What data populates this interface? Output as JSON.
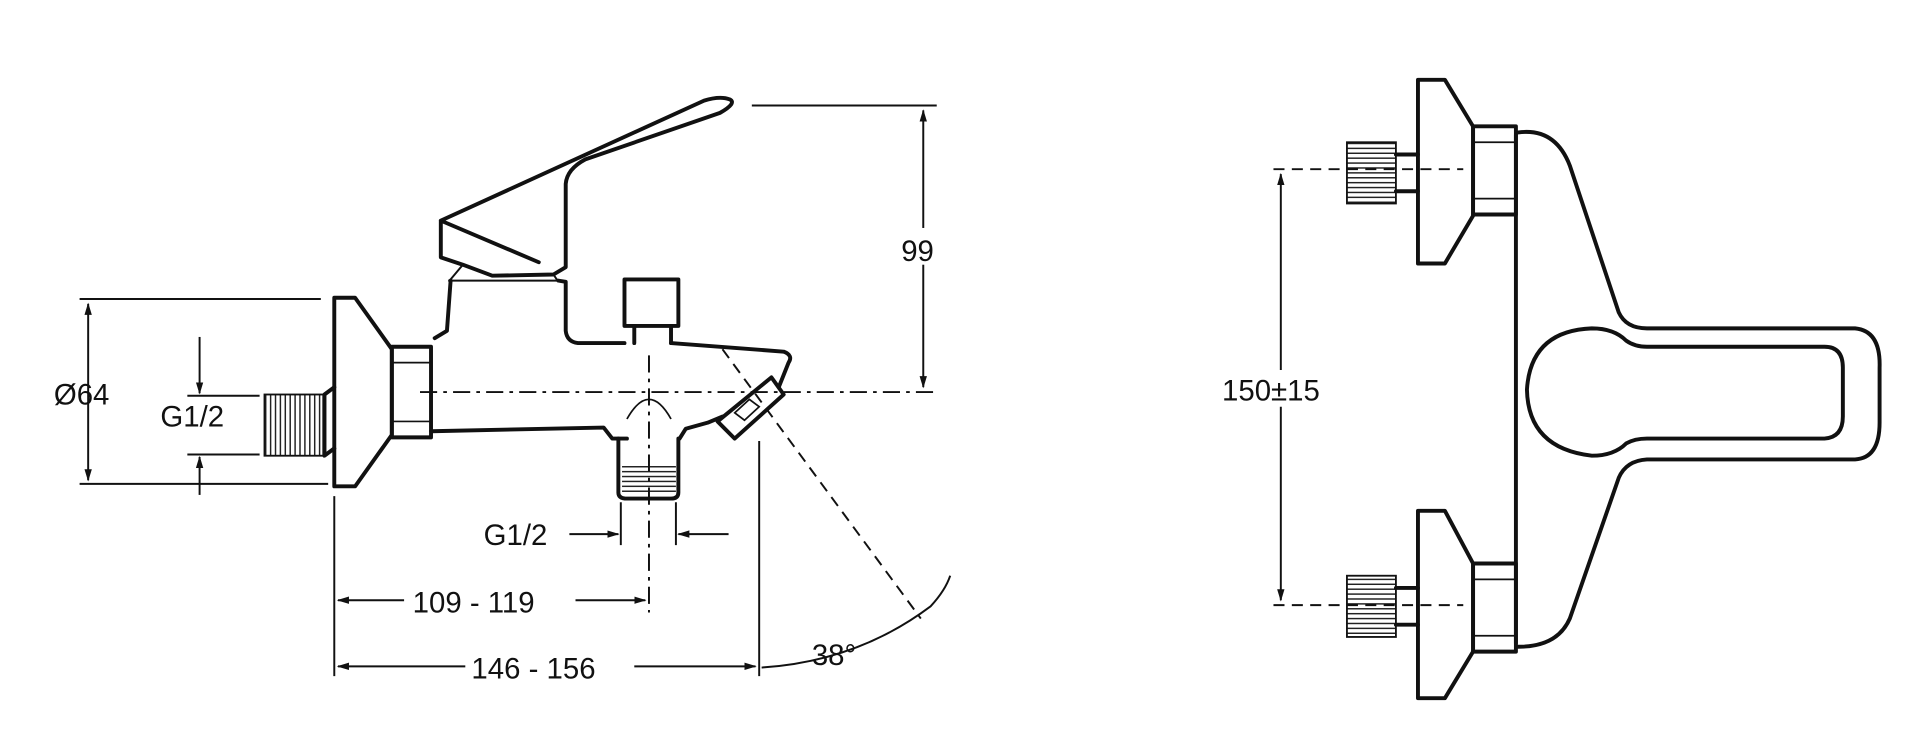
{
  "title": "Bath mixer technical drawing",
  "side_view": {
    "dims": {
      "escutcheon_diameter": "Ø64",
      "inlet_thread": "G1/2",
      "height": "99",
      "outlet_thread": "G1/2",
      "outlet_distance": "109 - 119",
      "spout_distance": "146 - 156",
      "spout_angle": "38°"
    }
  },
  "front_view": {
    "dims": {
      "inlet_spacing": "150±15"
    }
  }
}
